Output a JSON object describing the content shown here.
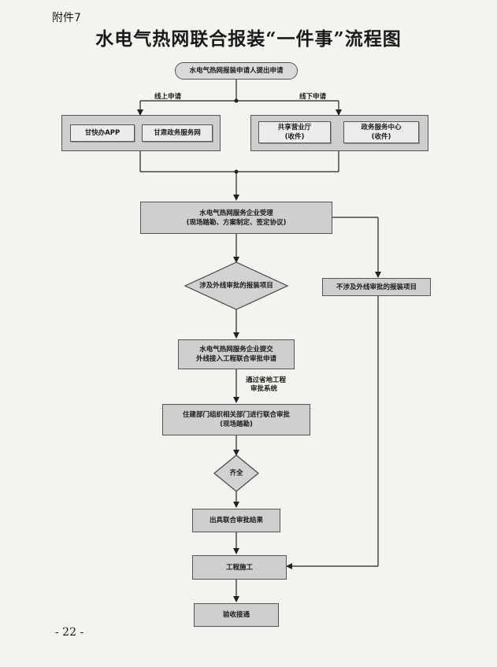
{
  "header": {
    "attachment": "附件7",
    "title": "水电气热网联合报装“一件事”流程图"
  },
  "flow": {
    "start": "水电气热网报装申请人提出申请",
    "online_label": "线上申请",
    "offline_label": "线下申请",
    "online_channels": [
      "甘快办APP",
      "甘肃政务服务网"
    ],
    "offline_channels": [
      {
        "line1": "共享营业厅",
        "line2": "(收件)"
      },
      {
        "line1": "政务服务中心",
        "line2": "(收件)"
      }
    ],
    "accept": {
      "line1": "水电气热网服务企业受理",
      "line2": "(现场踏勘、方案制定、签定协议)"
    },
    "decision_external": "涉及外线审批的报装项目",
    "no_external": "不涉及外线审批的报装项目",
    "submit": {
      "line1": "水电气热网服务企业提交",
      "line2": "外线接入工程联合审批申请"
    },
    "via_system": {
      "line1": "通过省地工程",
      "line2": "审批系统"
    },
    "joint_review": {
      "line1": "住建部门组织相关部门进行联合审批",
      "line2": "(现场踏勘)"
    },
    "decision_complete": "齐全",
    "issue_result": "出具联合审批结果",
    "construction": "工程施工",
    "inspection": "验收接通"
  },
  "footer": {
    "page_number": "- 22 -"
  }
}
